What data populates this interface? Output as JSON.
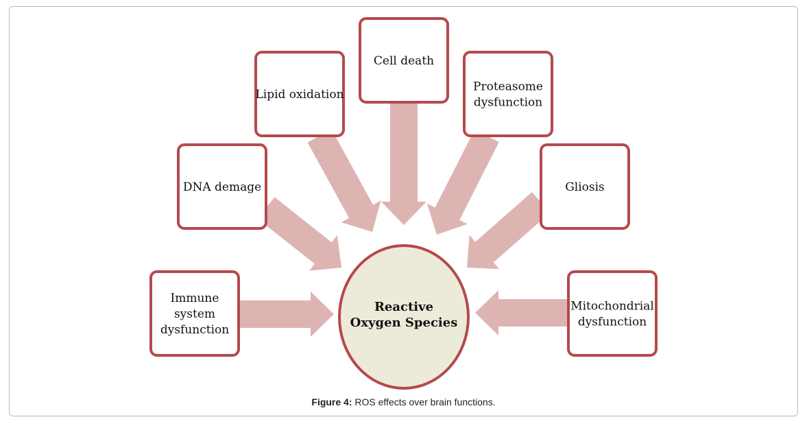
{
  "colors": {
    "box_border": "#b5494d",
    "arrow_fill": "#deb4b2",
    "center_fill": "#ecebd9",
    "center_border": "#b5494d"
  },
  "center": {
    "line1": "Reactive",
    "line2": "Oxygen Species"
  },
  "nodes": {
    "immune": [
      "Immune",
      "system",
      "dysfunction"
    ],
    "dna": [
      "DNA demage"
    ],
    "lipid": [
      "Lipid oxidation"
    ],
    "cell_death": [
      "Cell death"
    ],
    "proteasome": [
      "Proteasome",
      "dysfunction"
    ],
    "gliosis": [
      "Gliosis"
    ],
    "mitochondrial": [
      "Mitochondrial",
      "dysfunction"
    ]
  },
  "caption": {
    "label": "Figure 4:",
    "text": " ROS effects over brain functions."
  }
}
